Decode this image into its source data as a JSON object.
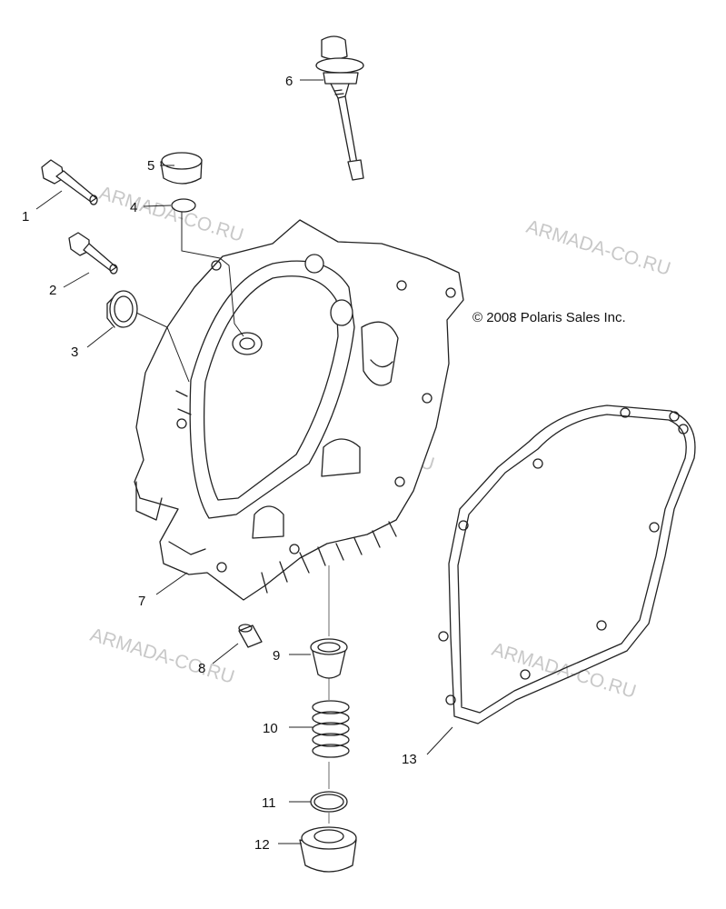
{
  "copyright": "© 2008 Polaris Sales Inc.",
  "watermark": "ARMADA-CO.RU",
  "callouts": [
    "1",
    "2",
    "3",
    "4",
    "5",
    "6",
    "7",
    "8",
    "9",
    "10",
    "11",
    "12",
    "13"
  ]
}
